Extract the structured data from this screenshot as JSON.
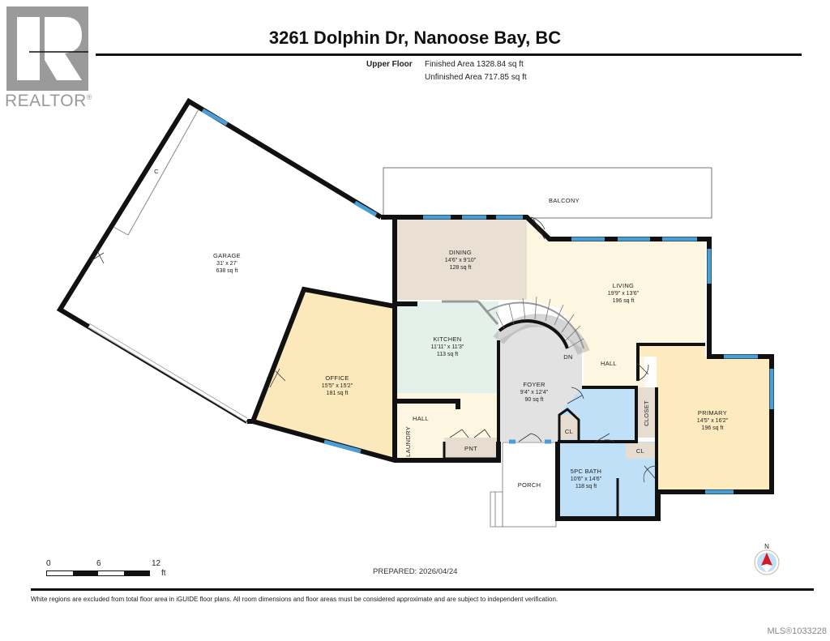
{
  "logo": {
    "text": "REALTOR",
    "mark": "®"
  },
  "header": {
    "title": "3261 Dolphin Dr, Nanoose Bay, BC",
    "floor_label": "Upper Floor",
    "finished_area": "Finished Area 1328.84 sq ft",
    "unfinished_area": "Unfinished Area 717.85 sq ft"
  },
  "rooms": [
    {
      "name": "GARAGE",
      "dims": "31' x 27'",
      "area": "638 sq ft",
      "color": "#ffffff"
    },
    {
      "name": "DINING",
      "dims": "14'6\" x 9'10\"",
      "area": "128 sq ft",
      "color": "#e9dfd2"
    },
    {
      "name": "LIVING",
      "dims": "19'9\" x 13'6\"",
      "area": "196 sq ft",
      "color": "#fdf6e1"
    },
    {
      "name": "KITCHEN",
      "dims": "11'11\" x 11'3\"",
      "area": "113 sq ft",
      "color": "#e3f1ea"
    },
    {
      "name": "OFFICE",
      "dims": "15'5\" x 15'2\"",
      "area": "181 sq ft",
      "color": "#fbe9bb"
    },
    {
      "name": "FOYER",
      "dims": "9'4\" x 12'4\"",
      "area": "90 sq ft",
      "color": "#e2e2e2"
    },
    {
      "name": "PRIMARY",
      "dims": "14'5\" x 16'2\"",
      "area": "196 sq ft",
      "color": "#fdeabf"
    },
    {
      "name": "5PC BATH",
      "dims": "10'6\" x 14'6\"",
      "area": "118 sq ft",
      "color": "#bfe0f7"
    }
  ],
  "labels": {
    "balcony": "BALCONY",
    "porch": "PORCH",
    "hall_main": "HALL",
    "hall_lower": "HALL",
    "laundry": "LAUNDRY",
    "pantry": "PNT",
    "closet": "CLOSET",
    "cl_1": "CL",
    "cl_2": "CL",
    "stairs_dn": "DN",
    "garage_closet": "C"
  },
  "scale_bar": {
    "ticks": [
      "0",
      "6",
      "12"
    ],
    "unit": "ft"
  },
  "compass": {
    "label": "N"
  },
  "prepared": "PREPARED: 2026/04/24",
  "disclaimer": "White regions are excluded from total floor area in iGUIDE floor plans. All room dimensions and floor areas must be considered approximate and are subject to independent verification.",
  "mls": "MLS®1033228",
  "colors": {
    "wall": "#111111",
    "window": "#4a9ed6",
    "dining": "#e9dfd2",
    "living": "#fdf6e1",
    "kitchen": "#e3f1ea",
    "office": "#fbe9bb",
    "foyer": "#e2e2e2",
    "bath": "#bfe0f7",
    "closet": "#e6ddd0",
    "compass_red": "#d71920",
    "compass_blue": "#bfe0f7"
  }
}
